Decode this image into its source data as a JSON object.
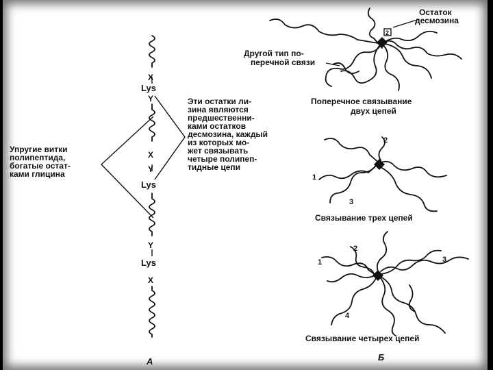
{
  "panel_a": {
    "letter": "А",
    "marks": {
      "x": "X",
      "y": "Y",
      "lys": "Lys"
    },
    "left_note": [
      "Упругие витки",
      "полипептида,",
      "богатые остат-",
      "ками глицина"
    ],
    "right_note": [
      "Эти остатки ли-",
      "зина являются",
      "предшественни-",
      "ками остатков",
      "десмозина, каждый",
      "из которых мо-",
      "жет связывать",
      "четыре полипеп-",
      "тидные цепи"
    ]
  },
  "panel_b": {
    "letter": "Б",
    "desmosine_label": [
      "Остаток",
      "десмозина"
    ],
    "other_crosslink_label": [
      "Другой тип по-",
      "перечной связи"
    ],
    "two_chains_caption": [
      "Поперечное связывание",
      "двух цепей"
    ],
    "three_chains_caption": "Связывание трех цепей",
    "four_chains_caption": "Связывание четырех цепей",
    "num": {
      "n1": "1",
      "n2": "2",
      "n3": "3",
      "n4": "4"
    }
  }
}
